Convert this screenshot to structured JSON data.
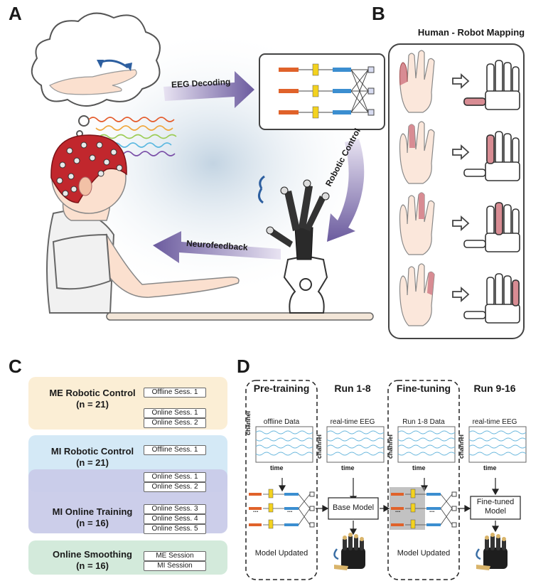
{
  "panels": {
    "a": "A",
    "b": "B",
    "c": "C",
    "d": "D"
  },
  "panel_a": {
    "eeg_decoding": "EEG Decoding",
    "robotic_control": "Robotic Control",
    "neurofeedback": "Neurofeedback"
  },
  "panel_b": {
    "title": "Human - Robot Mapping"
  },
  "panel_c": {
    "groups": [
      {
        "title": "ME Robotic Control",
        "n": "(n = 21)",
        "sessions": [
          "Offline Sess. 1",
          "Online Sess. 1",
          "Online Sess. 2"
        ]
      },
      {
        "title": "MI Robotic Control",
        "n": "(n = 21)",
        "sessions": [
          "Offline Sess. 1",
          "Online Sess. 1",
          "Online Sess. 2"
        ]
      },
      {
        "title": "MI Online Training",
        "n": "(n = 16)",
        "sessions": [
          "Online Sess. 3",
          "Online Sess. 4",
          "Online Sess. 5"
        ]
      },
      {
        "title": "Online Smoothing",
        "n": "(n = 16)",
        "sessions": [
          "ME Session",
          "MI Session"
        ]
      }
    ],
    "colors": {
      "me": "#fbeed5",
      "mi": "#d4e9f6",
      "mi_training": "#c9cbe9",
      "smoothing": "#d3eadb"
    }
  },
  "panel_d": {
    "columns": [
      {
        "title": "Pre-training",
        "subtitle": "offline Data",
        "bottom": "Model Updated"
      },
      {
        "title": "Run 1-8",
        "subtitle": "real-time EEG",
        "box": "Base Model"
      },
      {
        "title": "Fine-tuning",
        "subtitle": "Run 1-8 Data",
        "bottom": "Model Updated"
      },
      {
        "title": "Run 9-16",
        "subtitle": "real-time EEG",
        "box": "Fine-tuned Model"
      }
    ],
    "axis_channel": "channel",
    "axis_time": "time",
    "ellipsis": "...",
    "box_fine_line1": "Fine-tuned",
    "box_fine_line2": "Model"
  }
}
